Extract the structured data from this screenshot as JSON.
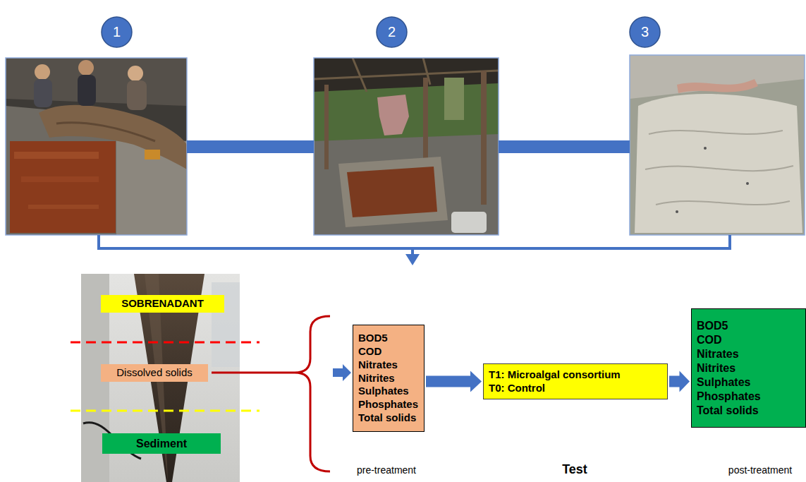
{
  "diagram": {
    "nodes": [
      {
        "text": [
          "1"
        ]
      },
      {
        "text": [
          "2"
        ]
      },
      {
        "text": [
          "3"
        ]
      },
      {
        "text": [
          "SOBRENADANT"
        ]
      },
      {
        "text": [
          "Dissolved solids"
        ]
      },
      {
        "text": [
          "Sediment"
        ]
      },
      {
        "text": [
          "BOD5",
          "COD",
          "Nitrates",
          "Nitrites",
          "Sulphates",
          "Phosphates",
          "Total solids"
        ]
      },
      {
        "text": [
          "T1: Microalgal consortium",
          "T0: Control"
        ]
      },
      {
        "text": [
          "BOD5",
          "COD",
          "Nitrates",
          "Nitrites",
          "Sulphates",
          "Phosphates",
          "Total solids"
        ]
      }
    ],
    "edges": [
      {
        "from": 6,
        "to": 7,
        "arrow": "to"
      },
      {
        "from": 7,
        "to": 8,
        "arrow": "to"
      }
    ],
    "labels": [
      "pre-treatment",
      "Test",
      "post-treatment"
    ]
  }
}
